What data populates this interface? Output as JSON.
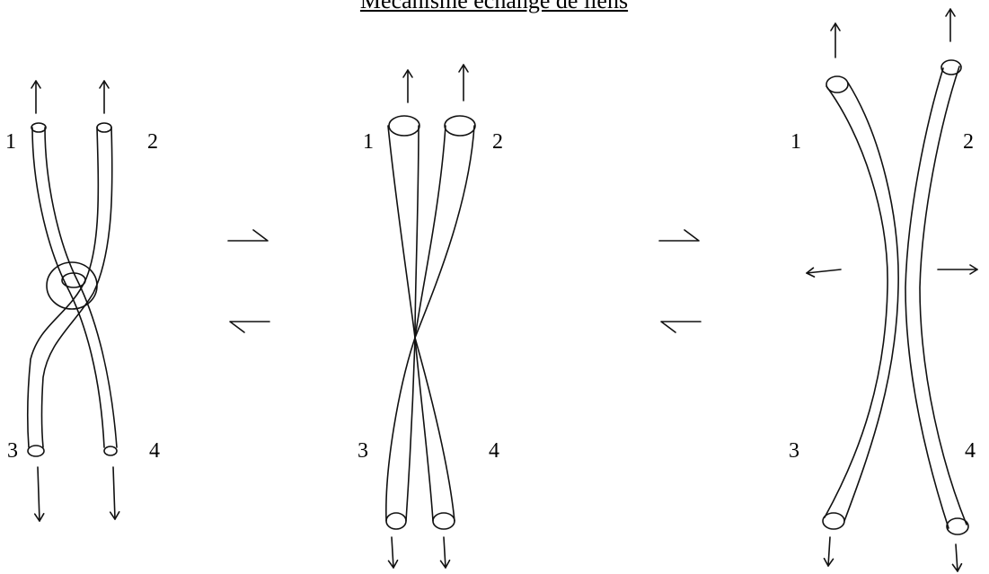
{
  "title": "Mécanisme échange de liens",
  "panels": [
    {
      "labels": [
        "1",
        "2",
        "3",
        "4"
      ]
    },
    {
      "labels": [
        "1",
        "2",
        "3",
        "4"
      ]
    },
    {
      "labels": [
        "1",
        "2",
        "3",
        "4"
      ]
    }
  ],
  "equilibrium_arrows": 2,
  "colors": {
    "ink": "#111111",
    "background": "#ffffff"
  }
}
